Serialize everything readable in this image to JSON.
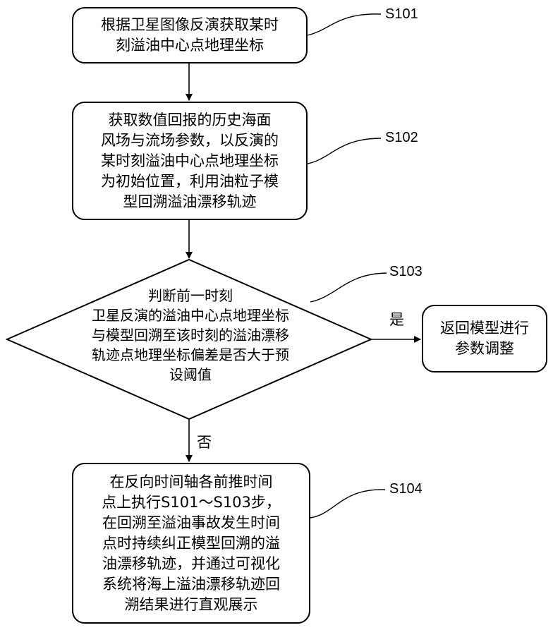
{
  "steps": {
    "s101": {
      "id": "S101",
      "text": "根据卫星图像反演获取某时\n刻溢油中心点地理坐标"
    },
    "s102": {
      "id": "S102",
      "text": "获取数值回报的历史海面\n风场与流场参数，以反演的\n某时刻溢油中心点地理坐标\n为初始位置，利用油粒子模\n型回溯溢油漂移轨迹"
    },
    "s103": {
      "id": "S103",
      "text": "判断前一时刻\n卫星反演的溢油中心点地理坐标\n与模型回溯至该时刻的溢油漂移\n轨迹点地理坐标偏差是否大于预\n设阈值"
    },
    "adjust": {
      "text": "返回模型进行\n参数调整"
    },
    "s104": {
      "id": "S104",
      "text": "在反向时间轴各前推时间\n点上执行S101～S103步，\n在回溯至溢油事故发生时间\n点时持续纠正模型回溯的溢\n油漂移轨迹，并通过可视化\n系统将海上溢油漂移轨迹回\n溯结果进行直观展示"
    }
  },
  "branches": {
    "yes": "是",
    "no": "否"
  }
}
